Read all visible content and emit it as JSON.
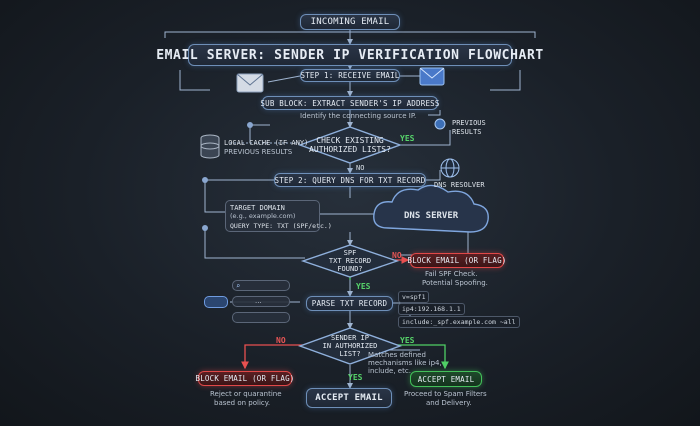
{
  "title": "INCOMING EMAIL",
  "subtitle": "EMAIL SERVER: SENDER IP VERIFICATION FLOWCHART",
  "step1": "STEP 1: RECEIVE EMAIL",
  "subblock": "SUB BLOCK: EXTRACT SENDER'S IP ADDRESS",
  "subblock_note": "Identify the connecting source IP.",
  "local_cache": {
    "line1": "LOCAL CACHE (IF ANY)",
    "line2": "PREVIOUS RESULTS"
  },
  "previous_results": {
    "line1": "PREVIOUS",
    "line2": "RESULTS"
  },
  "decision1": {
    "line1": "CHECK EXISTING",
    "line2": "AUTHORIZED LISTS?",
    "yes": "YES",
    "no": "NO"
  },
  "step2": "STEP 2: QUERY DNS FOR TXT RECORD",
  "dns_resolver": "DNS RESOLVER",
  "dns_server": "DNS SERVER",
  "query_panel": {
    "line1": "TARGET DOMAIN",
    "line2": "(e.g., example.com)",
    "line3": "QUERY TYPE: TXT (SPF/etc.)"
  },
  "decision2": {
    "line1": "SPF",
    "line2": "TXT RECORD",
    "line3": "FOUND?",
    "no": "NO",
    "yes": "YES"
  },
  "block1": {
    "label": "BLOCK EMAIL (OR FLAG)",
    "note1": "Fail SPF Check.",
    "note2": "Potential Spoofing."
  },
  "parse": "PARSE TXT RECORD",
  "spf_lines": [
    "v=spf1",
    "ip4:192.168.1.1",
    "include:_spf.example.com ~all"
  ],
  "dots": "...",
  "decision3": {
    "line1": "SENDER IP",
    "line2": "IN AUTHORIZED",
    "line3": "LIST?",
    "no": "NO",
    "yes": "YES"
  },
  "match_note": {
    "line1": "Matches defined",
    "line2": "mechanisms like ip4,",
    "line3": "include, etc."
  },
  "block2": {
    "label": "BLOCK EMAIL (OR FLAG)",
    "note1": "Reject or quarantine",
    "note2": "based on policy."
  },
  "accept_center": {
    "label": "ACCEPT EMAIL",
    "yes": "YES"
  },
  "accept_right": {
    "label": "ACCEPT EMAIL",
    "note1": "Proceed to Spam Filters",
    "note2": "and Delivery."
  },
  "colors": {
    "accent": "#6e8fb8",
    "yes": "#43c05a",
    "no": "#e04848",
    "background": "#1a2028"
  }
}
